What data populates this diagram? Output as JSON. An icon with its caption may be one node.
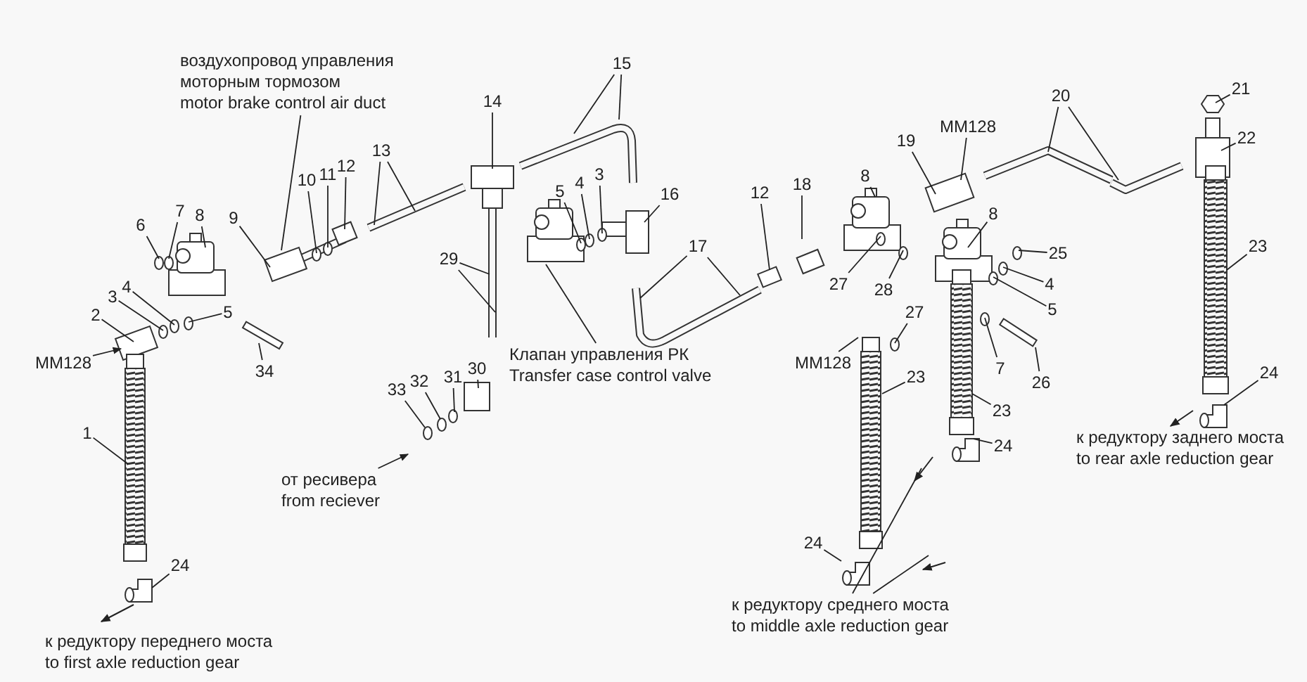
{
  "diagram": {
    "nodes": [
      {
        "text": [
          "воздухопровод управления моторным тормозом",
          "motor brake control air duct"
        ]
      },
      {
        "text": [
          "15"
        ]
      },
      {
        "text": [
          "20"
        ]
      },
      {
        "text": [
          "21"
        ]
      },
      {
        "text": [
          "14"
        ]
      },
      {
        "text": [
          "MM128"
        ]
      },
      {
        "text": [
          "22"
        ]
      },
      {
        "text": [
          "13"
        ]
      },
      {
        "text": [
          "19"
        ]
      },
      {
        "text": [
          "12"
        ]
      },
      {
        "text": [
          "11"
        ]
      },
      {
        "text": [
          "10"
        ]
      },
      {
        "text": [
          "8"
        ]
      },
      {
        "text": [
          "18"
        ]
      },
      {
        "text": [
          "12"
        ]
      },
      {
        "text": [
          "16"
        ]
      },
      {
        "text": [
          "5"
        ]
      },
      {
        "text": [
          "4"
        ]
      },
      {
        "text": [
          "3"
        ]
      },
      {
        "text": [
          "8"
        ]
      },
      {
        "text": [
          "9"
        ]
      },
      {
        "text": [
          "8"
        ]
      },
      {
        "text": [
          "6"
        ]
      },
      {
        "text": [
          "7"
        ]
      },
      {
        "text": [
          "17"
        ]
      },
      {
        "text": [
          "23"
        ]
      },
      {
        "text": [
          "25"
        ]
      },
      {
        "text": [
          "27"
        ]
      },
      {
        "text": [
          "29"
        ]
      },
      {
        "text": [
          "4"
        ]
      },
      {
        "text": [
          "5"
        ]
      },
      {
        "text": [
          "28"
        ]
      },
      {
        "text": [
          "5"
        ]
      },
      {
        "text": [
          "4"
        ]
      },
      {
        "text": [
          "3"
        ]
      },
      {
        "text": [
          "27"
        ]
      },
      {
        "text": [
          "2"
        ]
      },
      {
        "text": [
          "MM128"
        ]
      },
      {
        "text": [
          "Клапан управления РК",
          "Transfer case control valve"
        ]
      },
      {
        "text": [
          "MM128"
        ]
      },
      {
        "text": [
          "34"
        ]
      },
      {
        "text": [
          "7"
        ]
      },
      {
        "text": [
          "26"
        ]
      },
      {
        "text": [
          "30"
        ]
      },
      {
        "text": [
          "23"
        ]
      },
      {
        "text": [
          "31"
        ]
      },
      {
        "text": [
          "32"
        ]
      },
      {
        "text": [
          "33"
        ]
      },
      {
        "text": [
          "24"
        ]
      },
      {
        "text": [
          "23"
        ]
      },
      {
        "text": [
          "1"
        ]
      },
      {
        "text": [
          "24"
        ]
      },
      {
        "text": [
          "от ресивера",
          "from reciever"
        ]
      },
      {
        "text": [
          "24"
        ]
      },
      {
        "text": [
          "24"
        ]
      },
      {
        "text": [
          "к редуктору среднего моста",
          "to middle axle reduction gear"
        ]
      }
    ],
    "edges": [
      {
        "from": 0,
        "to": null,
        "arrow": "none"
      },
      {
        "from": 1,
        "to": null,
        "arrow": "none"
      },
      {
        "from": 1,
        "to": null,
        "arrow": "none"
      },
      {
        "from": 2,
        "to": null,
        "arrow": "none"
      },
      {
        "from": 2,
        "to": null,
        "arrow": "none"
      },
      {
        "from": 3,
        "to": null,
        "arrow": "none"
      },
      {
        "from": 4,
        "to": null,
        "arrow": "none"
      },
      {
        "from": 5,
        "to": null,
        "arrow": "none"
      },
      {
        "from": 6,
        "to": null,
        "arrow": "none"
      },
      {
        "from": 7,
        "to": null,
        "arrow": "none"
      },
      {
        "from": 7,
        "to": null,
        "arrow": "none"
      },
      {
        "from": 8,
        "to": null,
        "arrow": "none"
      },
      {
        "from": 9,
        "to": null,
        "arrow": "none"
      },
      {
        "from": 10,
        "to": null,
        "arrow": "none"
      },
      {
        "from": 11,
        "to": null,
        "arrow": "none"
      },
      {
        "from": 12,
        "to": null,
        "arrow": "none"
      },
      {
        "from": 13,
        "to": null,
        "arrow": "none"
      },
      {
        "from": 14,
        "to": null,
        "arrow": "none"
      },
      {
        "from": 15,
        "to": null,
        "arrow": "none"
      },
      {
        "from": 16,
        "to": null,
        "arrow": "none"
      },
      {
        "from": 17,
        "to": null,
        "arrow": "none"
      },
      {
        "from": 18,
        "to": null,
        "arrow": "none"
      },
      {
        "from": 19,
        "to": null,
        "arrow": "none"
      },
      {
        "from": 20,
        "to": null,
        "arrow": "none"
      },
      {
        "from": 21,
        "to": null,
        "arrow": "none"
      },
      {
        "from": 22,
        "to": null,
        "arrow": "none"
      },
      {
        "from": 23,
        "to": null,
        "arrow": "none"
      },
      {
        "from": 24,
        "to": null,
        "arrow": "none"
      },
      {
        "from": 24,
        "to": null,
        "arrow": "none"
      },
      {
        "from": 25,
        "to": null,
        "arrow": "none"
      },
      {
        "from": 26,
        "to": null,
        "arrow": "none"
      },
      {
        "from": 27,
        "to": null,
        "arrow": "none"
      },
      {
        "from": 28,
        "to": null,
        "arrow": "none"
      },
      {
        "from": 28,
        "to": null,
        "arrow": "none"
      },
      {
        "from": 29,
        "to": null,
        "arrow": "none"
      },
      {
        "from": 30,
        "to": null,
        "arrow": "none"
      },
      {
        "from": 31,
        "to": null,
        "arrow": "none"
      },
      {
        "from": 32,
        "to": null,
        "arrow": "none"
      },
      {
        "from": 33,
        "to": null,
        "arrow": "none"
      },
      {
        "from": 34,
        "to": null,
        "arrow": "none"
      },
      {
        "from": 35,
        "to": null,
        "arrow": "none"
      },
      {
        "from": 36,
        "to": null,
        "arrow": "none"
      },
      {
        "from": 37,
        "to": null,
        "arrow": "none"
      },
      {
        "from": 38,
        "to": null,
        "arrow": "none"
      },
      {
        "from": 39,
        "to": null,
        "arrow": "to"
      },
      {
        "from": 40,
        "to": null,
        "arrow": "none"
      },
      {
        "from": 41,
        "to": null,
        "arrow": "none"
      },
      {
        "from": 42,
        "to": null,
        "arrow": "none"
      },
      {
        "from": 43,
        "to": null,
        "arrow": "none"
      },
      {
        "from": 44,
        "to": null,
        "arrow": "none"
      },
      {
        "from": 45,
        "to": null,
        "arrow": "none"
      },
      {
        "from": 46,
        "to": null,
        "arrow": "none"
      },
      {
        "from": 47,
        "to": null,
        "arrow": "none"
      },
      {
        "from": 48,
        "to": null,
        "arrow": "none"
      },
      {
        "from": 49,
        "to": null,
        "arrow": "none"
      },
      {
        "from": 50,
        "to": null,
        "arrow": "none"
      },
      {
        "from": 51,
        "to": null,
        "arrow": "none"
      },
      {
        "from": 52,
        "to": null,
        "arrow": "to"
      },
      {
        "from": 53,
        "to": null,
        "arrow": "none"
      },
      {
        "from": 54,
        "to": null,
        "arrow": "none"
      },
      {
        "from": 55,
        "to": null,
        "arrow": "none"
      },
      {
        "from": 55,
        "to": null,
        "arrow": "none"
      }
    ],
    "labels": [
      "к редуктору заднего моста",
      "to rear axle reduction gear",
      "к редуктору переднего моста",
      "to first axle reduction gear"
    ]
  }
}
